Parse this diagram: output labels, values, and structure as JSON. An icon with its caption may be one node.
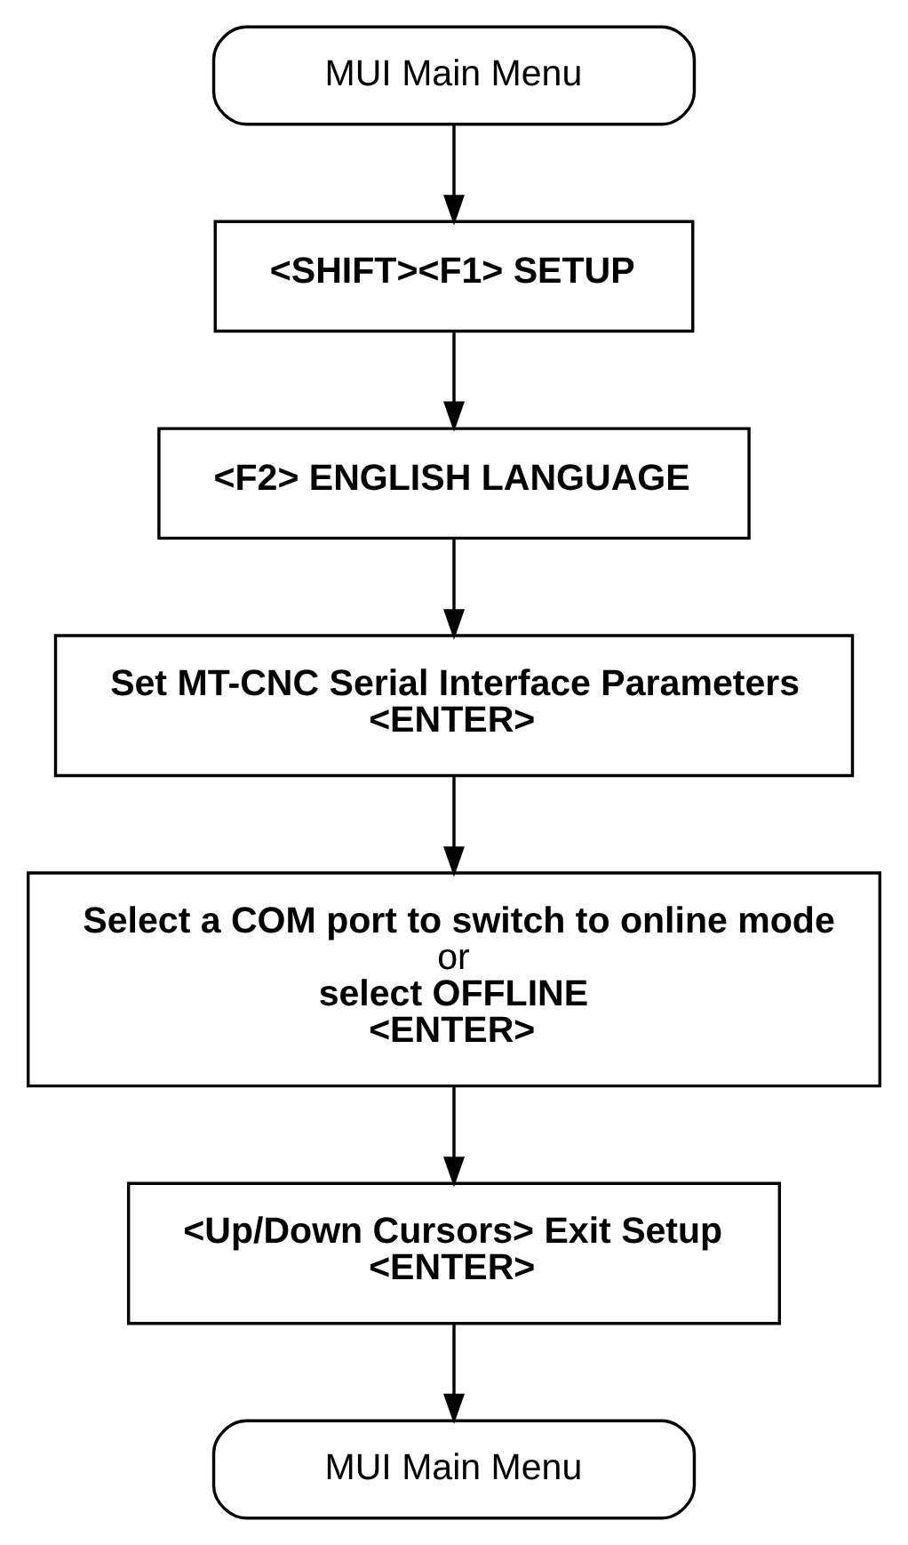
{
  "diagram": {
    "nodes": [
      {
        "text": [
          "MUI Main Menu"
        ]
      },
      {
        "text": [
          "<SHIFT><F1> SETUP"
        ]
      },
      {
        "text": [
          "<F2> ENGLISH LANGUAGE"
        ]
      },
      {
        "text": [
          "Set MT-CNC Serial Interface Parameters",
          "<ENTER>"
        ]
      },
      {
        "text": [
          "Select a COM port to switch to online mode",
          "or",
          "select OFFLINE",
          "<ENTER>"
        ]
      },
      {
        "text": [
          "<Up/Down Cursors> Exit Setup",
          "<ENTER>"
        ]
      },
      {
        "text": [
          "MUI Main Menu"
        ]
      }
    ],
    "edges": [
      {
        "from": 0,
        "to": 1,
        "arrow": "to"
      },
      {
        "from": 1,
        "to": 2,
        "arrow": "to"
      },
      {
        "from": 2,
        "to": 3,
        "arrow": "to"
      },
      {
        "from": 3,
        "to": 4,
        "arrow": "to"
      },
      {
        "from": 4,
        "to": 5,
        "arrow": "to"
      },
      {
        "from": 5,
        "to": 6,
        "arrow": "to"
      }
    ]
  }
}
